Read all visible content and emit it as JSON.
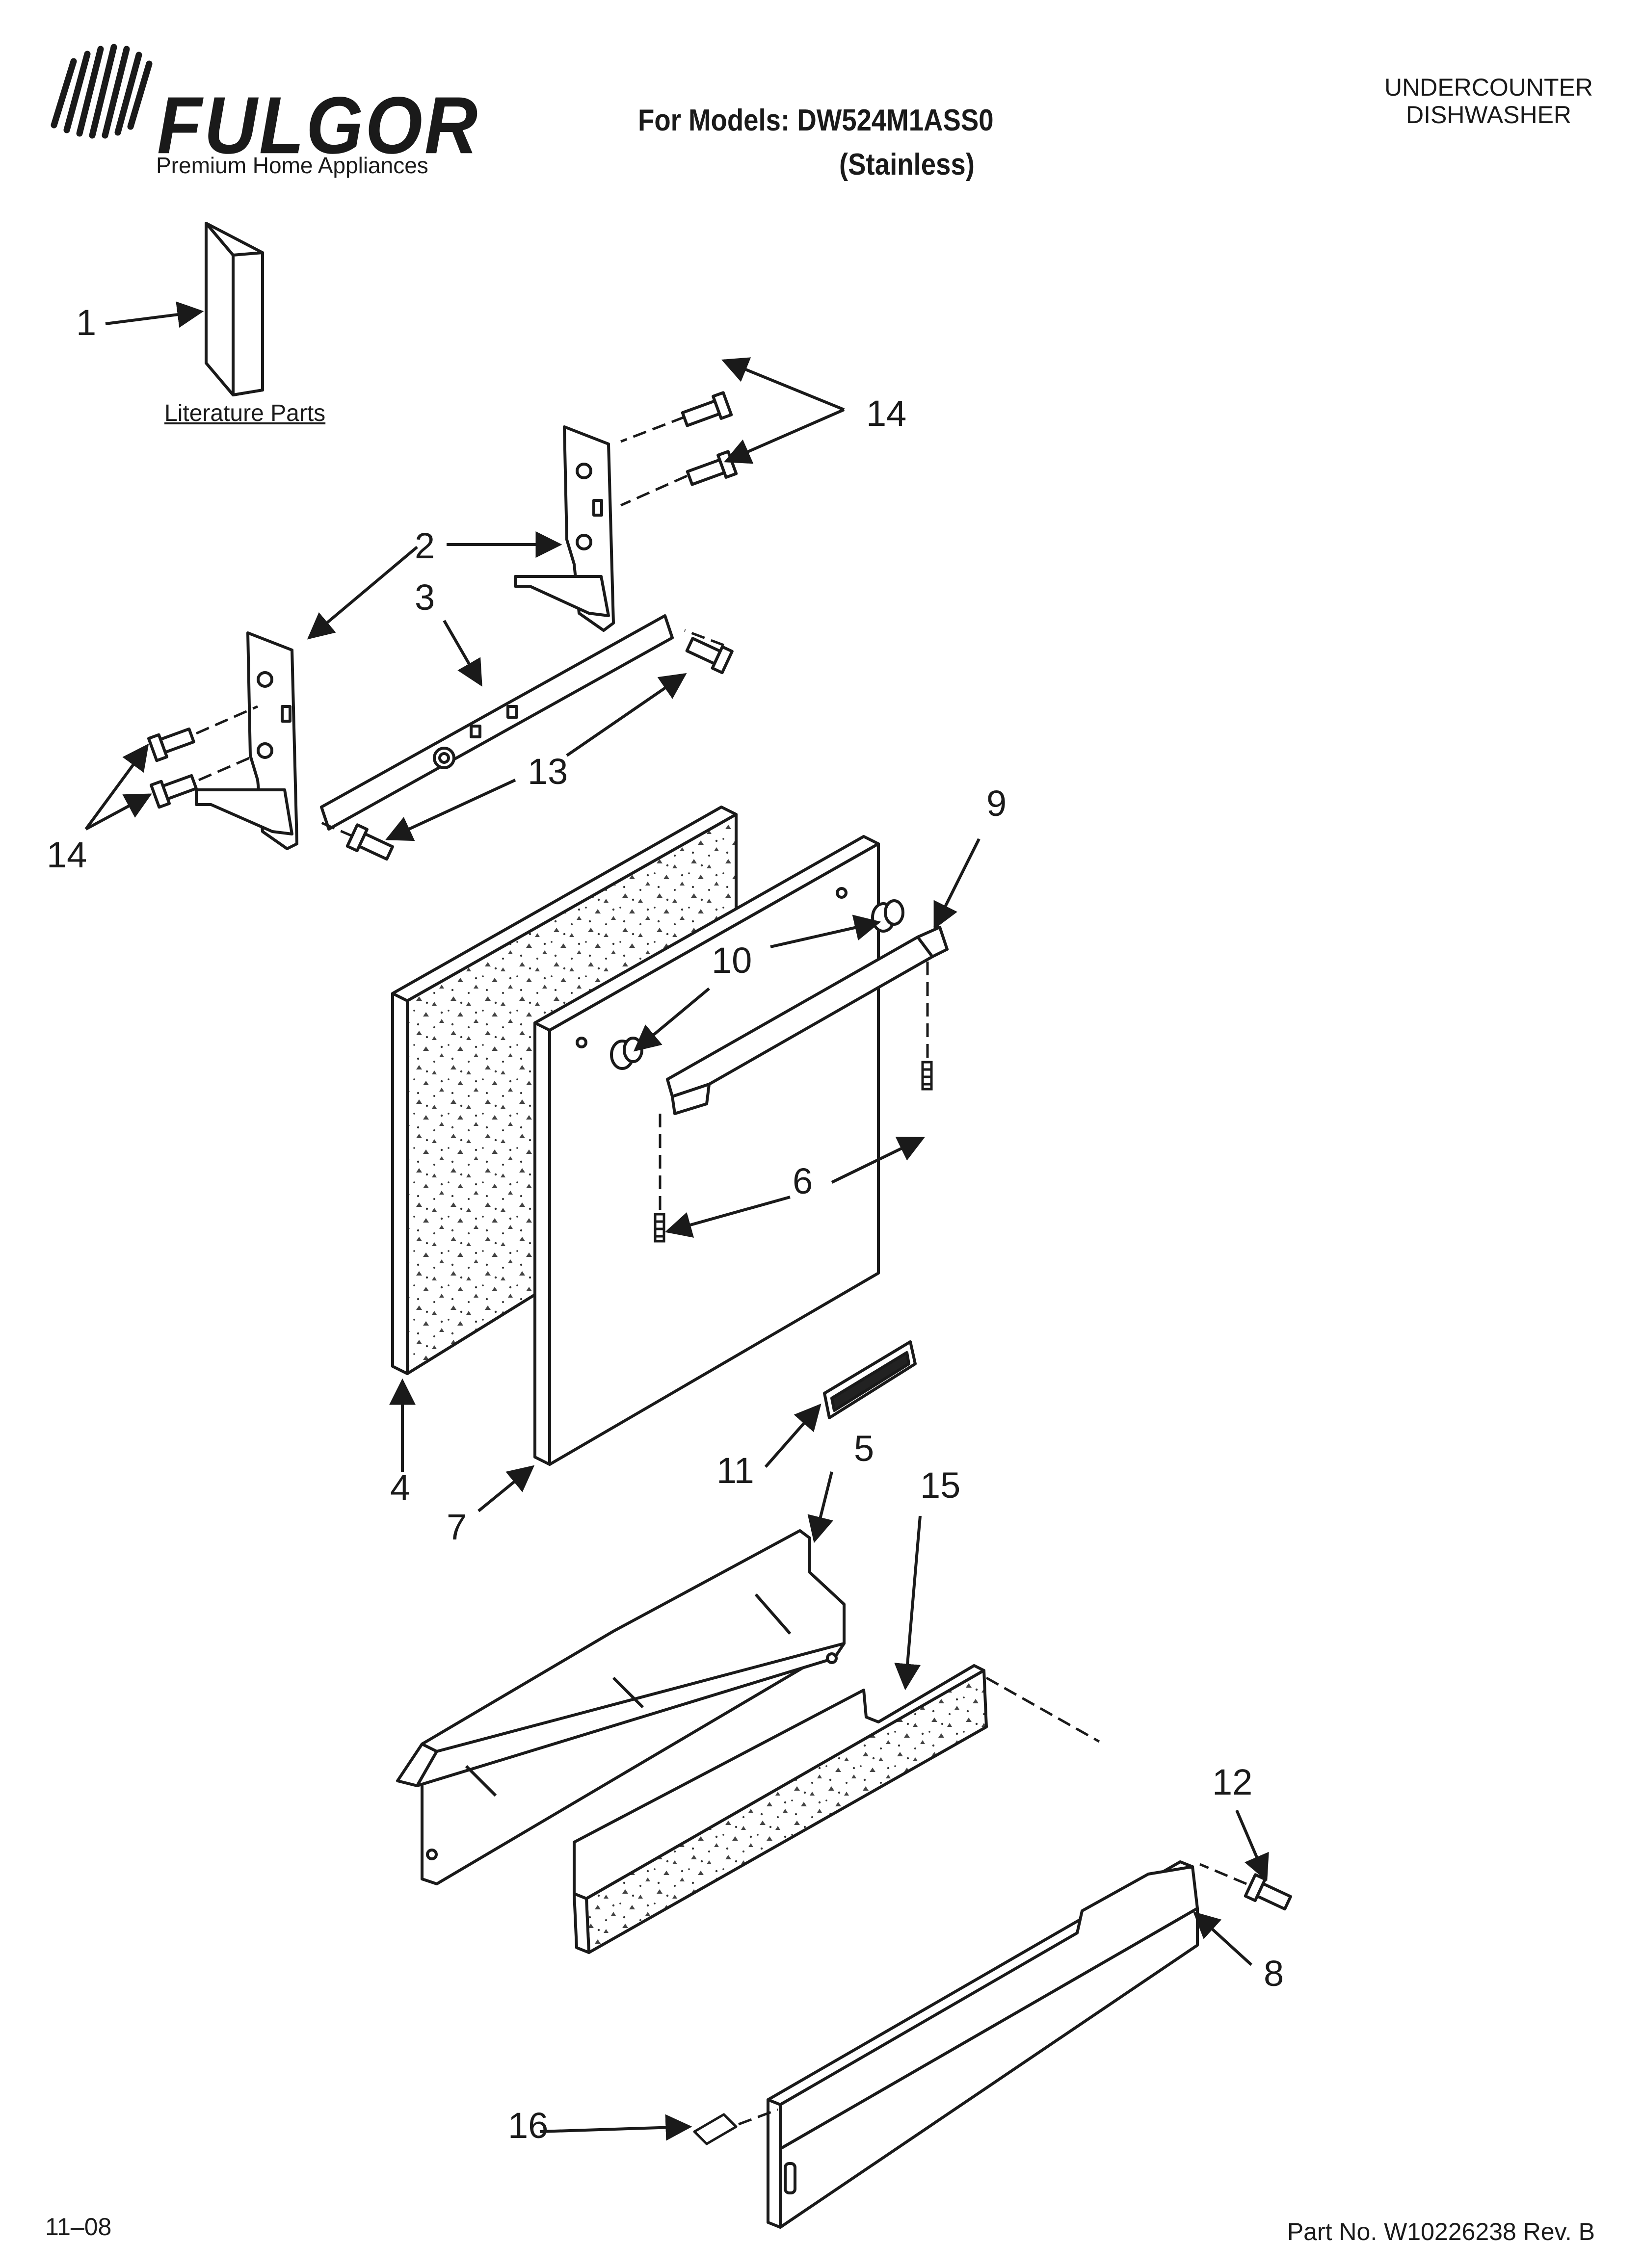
{
  "header": {
    "brand": "FULGOR",
    "tagline": "Premium Home Appliances",
    "models_line": "For Models: DW524M1ASS0",
    "variant": "(Stainless)",
    "category_line1": "UNDERCOUNTER",
    "category_line2": "DISHWASHER"
  },
  "labels": {
    "literature": "Literature Parts",
    "badge_text": "FULGOR"
  },
  "part_numbers": {
    "p1": "1",
    "p2": "2",
    "p3": "3",
    "p4": "4",
    "p5": "5",
    "p6": "6",
    "p7": "7",
    "p8": "8",
    "p9": "9",
    "p10": "10",
    "p11": "11",
    "p12": "12",
    "p13": "13",
    "p14": "14",
    "p15": "15",
    "p16": "16"
  },
  "footer": {
    "date": "11–08",
    "part_no": "Part No. W10226238 Rev. B"
  }
}
